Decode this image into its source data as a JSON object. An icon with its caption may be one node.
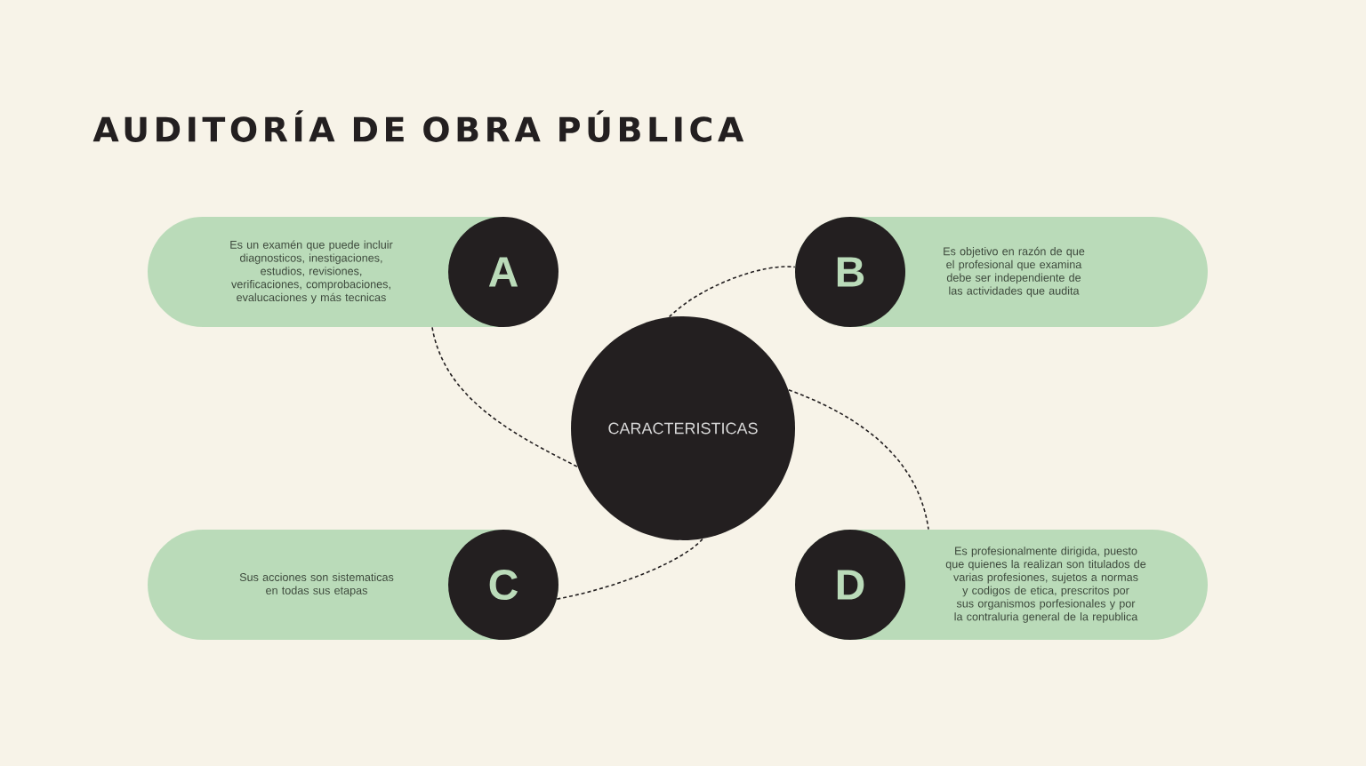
{
  "diagram": {
    "title": "AUDITORÍA DE OBRA PÚBLICA",
    "nodes": [
      {
        "text": [
          "CARACTERISTICAS"
        ]
      },
      {
        "text": [
          "Es un examén que puede incluir diagnosticos, inestigaciones, estudios, revisiones, verificaciones, comprobaciones, evalucaciones y más tecnicas"
        ]
      },
      {
        "text": [
          "A"
        ],
        "in": 1
      },
      {
        "text": [
          "Es objetivo en razón de que el profesional que examina debe ser independiente de las actividades que audita"
        ]
      },
      {
        "text": [
          "B"
        ],
        "in": 3
      },
      {
        "text": [
          "Sus acciones son sistematicas en todas sus etapas"
        ]
      },
      {
        "text": [
          "C"
        ],
        "in": 5
      },
      {
        "text": [
          "Es profesionalmente dirigida, puesto que quienes la realizan son titulados de varias profesiones, sujetos a normas y codigos de etica, prescritos por sus organismos porfesionales y por la contraluria general de la republica"
        ]
      },
      {
        "text": [
          "D"
        ],
        "in": 7
      }
    ],
    "edges": [
      {
        "from": 1,
        "to": 0,
        "arrow": "none"
      },
      {
        "from": 0,
        "to": 4,
        "arrow": "none"
      },
      {
        "from": 6,
        "to": 0,
        "arrow": "none"
      },
      {
        "from": 0,
        "to": 7,
        "arrow": "none"
      }
    ]
  }
}
